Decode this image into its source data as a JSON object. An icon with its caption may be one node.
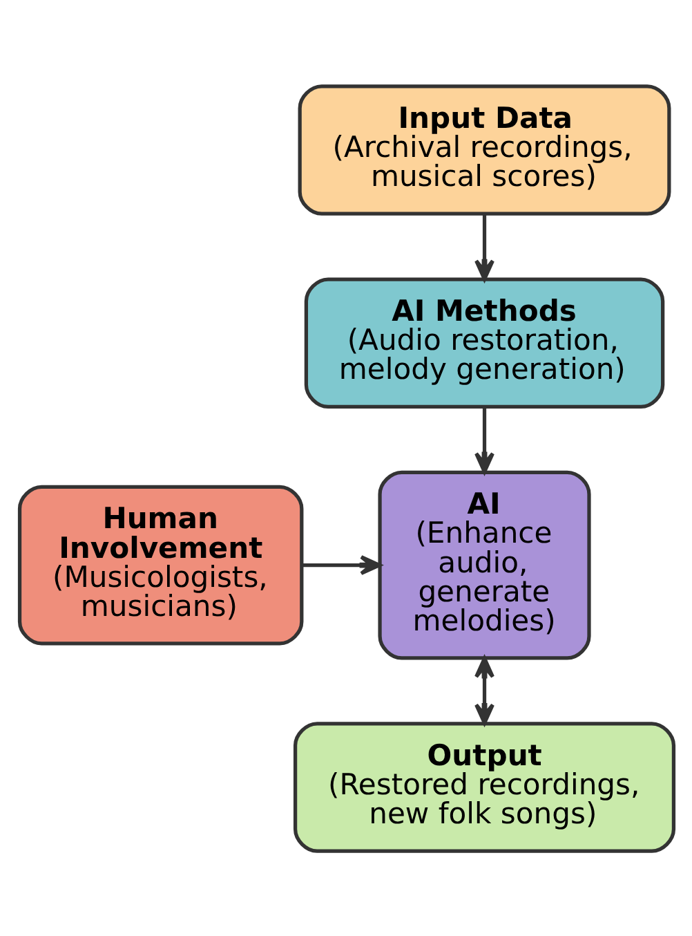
{
  "diagram": {
    "nodes": [
      {
        "text": [
          "Input Data",
          "(Archival recordings, musical scores)"
        ]
      },
      {
        "text": [
          "AI Methods",
          "(Audio restoration, melody generation)"
        ]
      },
      {
        "text": [
          "Human Involvement",
          "(Musicologists, musicians)"
        ]
      },
      {
        "text": [
          "AI",
          "(Enhance audio, generate melodies)"
        ]
      },
      {
        "text": [
          "Output",
          "(Restored recordings, new folk songs)"
        ]
      }
    ],
    "edges": [
      {
        "from": 0,
        "to": 1,
        "arrow": "to"
      },
      {
        "from": 1,
        "to": 3,
        "arrow": "to"
      },
      {
        "from": 2,
        "to": 3,
        "arrow": "to"
      },
      {
        "from": 3,
        "to": 4,
        "arrow": "both"
      }
    ]
  }
}
